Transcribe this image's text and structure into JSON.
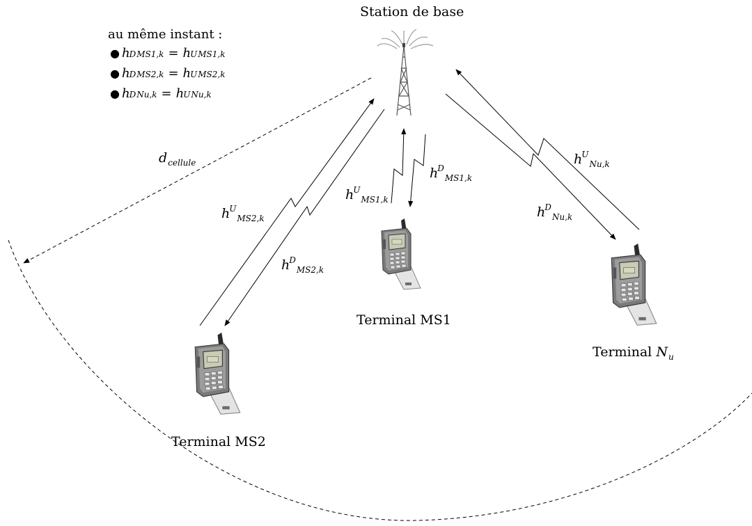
{
  "title": "Station de base",
  "legend": {
    "heading": "au même instant :",
    "items": [
      {
        "lhs_base": "h",
        "lhs_sup": "D",
        "lhs_sub": "MS1,k",
        "rhs_base": "h",
        "rhs_sup": "U",
        "rhs_sub": "MS1,k"
      },
      {
        "lhs_base": "h",
        "lhs_sup": "D",
        "lhs_sub": "MS2,k",
        "rhs_base": "h",
        "rhs_sup": "U",
        "rhs_sub": "MS2,k"
      },
      {
        "lhs_base": "h",
        "lhs_sup": "D",
        "lhs_sub": "Nu,k",
        "rhs_base": "h",
        "rhs_sup": "U",
        "rhs_sub": "Nu,k"
      }
    ]
  },
  "cell_radius_label": {
    "base": "d",
    "sub": "cellule"
  },
  "terminals": {
    "ms1": "Terminal MS1",
    "ms2": "Terminal MS2",
    "nu_prefix": "Terminal ",
    "nu_symbol": "N",
    "nu_sub": "u"
  },
  "links": {
    "ms1_up": {
      "base": "h",
      "sup": "U",
      "sub": "MS1,k"
    },
    "ms1_down": {
      "base": "h",
      "sup": "D",
      "sub": "MS1,k"
    },
    "ms2_up": {
      "base": "h",
      "sup": "U",
      "sub": "MS2,k"
    },
    "ms2_down": {
      "base": "h",
      "sup": "D",
      "sub": "MS2,k"
    },
    "nu_up": {
      "base": "h",
      "sup": "U",
      "sub": "Nu,k"
    },
    "nu_down": {
      "base": "h",
      "sup": "D",
      "sub": "Nu,k"
    }
  },
  "icons": [
    "antenna-tower-icon",
    "mobile-phone-icon"
  ]
}
